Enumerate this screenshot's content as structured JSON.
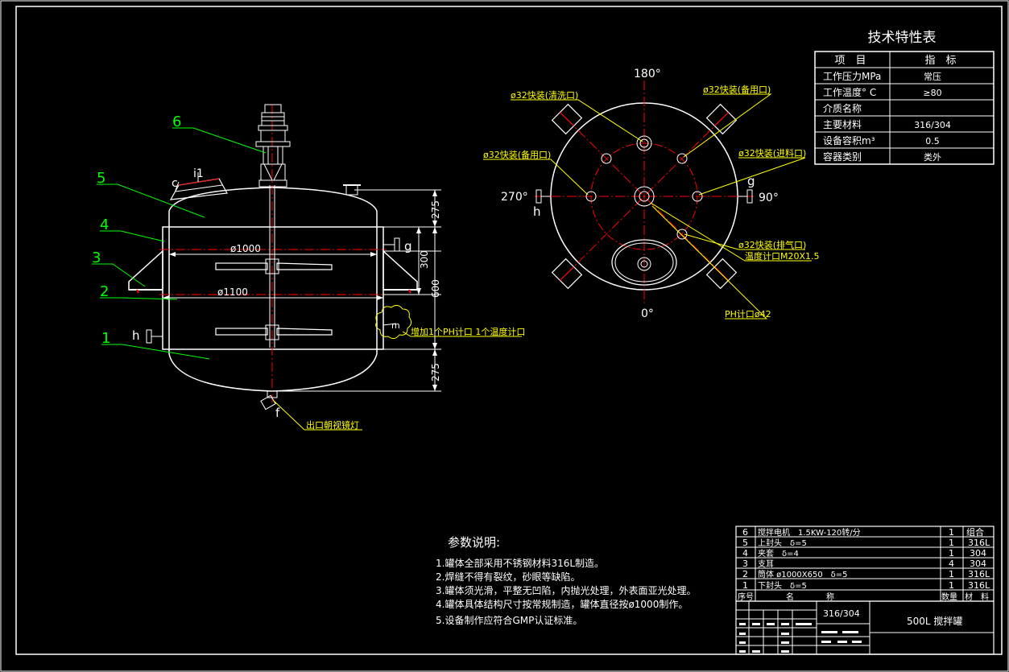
{
  "spec_table": {
    "title": "技术特性表",
    "header": [
      "项　目",
      "指　标"
    ],
    "rows": [
      [
        "工作压力MPa",
        "常压"
      ],
      [
        "工作温度° C",
        "≥80"
      ],
      [
        "介质名称",
        ""
      ],
      [
        "主要材料",
        "316/304"
      ],
      [
        "设备容积m³",
        "0.5"
      ],
      [
        "容器类别",
        "类外"
      ]
    ]
  },
  "front_view": {
    "part_labels": [
      "1",
      "2",
      "3",
      "4",
      "5",
      "6"
    ],
    "nozzle_labels": {
      "c": "c",
      "i1": "i1",
      "g": "g",
      "h": "h",
      "f": "f",
      "m": "m"
    },
    "dims": {
      "d1000": "ø1000",
      "d1100": "ø1100",
      "h275_top": "275",
      "h300": "300",
      "h600": "600",
      "h275_bottom": "275"
    },
    "notes": {
      "ph_temp": "增加1个PH计口 1个温度计口",
      "outlet": "出口朝视镜灯"
    }
  },
  "top_view": {
    "angles": {
      "a180": "180°",
      "a270": "270°",
      "a90": "90°",
      "a0": "0°"
    },
    "letters": {
      "g": "g",
      "h": "h"
    },
    "callouts": {
      "wash": "ø32快装(清洗口)",
      "spare1": "ø32快装(备用口)",
      "spare2": "ø32快装(备用口)",
      "inlet": "ø32快装(进料口)",
      "vent": "ø32快装(排气口)",
      "thermo": "温度计口M20X1.5",
      "ph": "PH计口ø42"
    }
  },
  "notes": {
    "title": "参数说明:",
    "items": [
      "1.罐体全部采用不锈钢材料316L制造。",
      "2.焊缝不得有裂纹，砂眼等缺陷。",
      "3.罐体须光滑，平整无凹陷，内抛光处理，外表面亚光处理。",
      "4.罐体具体结构尺寸按常规制造，罐体直径按ø1000制作。",
      "5.设备制作应符合GMP认证标准。"
    ]
  },
  "bom": {
    "rows": [
      [
        "6",
        "搅拌电机　1.5KW-120转/分",
        "1",
        "组合"
      ],
      [
        "5",
        "上封头　δ=5",
        "1",
        "316L"
      ],
      [
        "4",
        "夹套　δ=4",
        "1",
        "304"
      ],
      [
        "3",
        "支耳",
        "4",
        "304"
      ],
      [
        "2",
        "筒体 ø1000X650　δ=5",
        "1",
        "316L"
      ],
      [
        "1",
        "下封头　δ=5",
        "1",
        "316L"
      ]
    ],
    "header": [
      "序号",
      "名",
      "称",
      "数量",
      "材　料"
    ]
  },
  "title_block": {
    "material": "316/304",
    "name": "500L 搅拌罐"
  }
}
